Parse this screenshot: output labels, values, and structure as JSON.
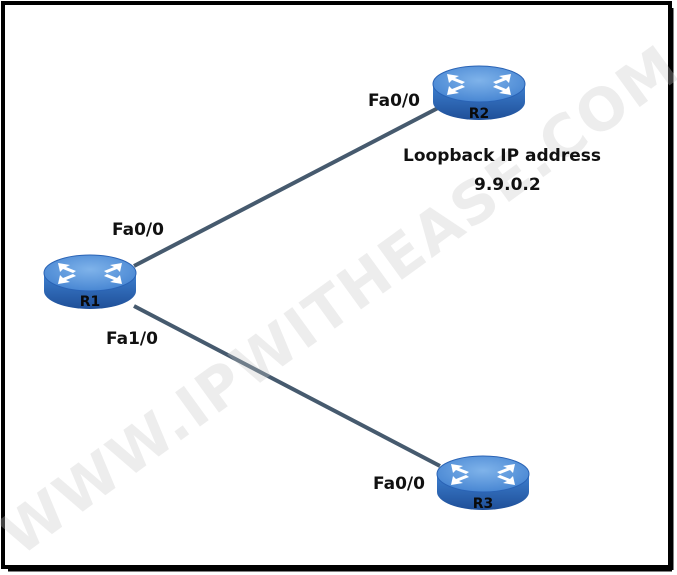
{
  "watermark": "WWW.IPWITHEASE.COM",
  "colors": {
    "border": "#000000",
    "link": "#465a6e",
    "router_top": "#4f8fd8",
    "router_side": "#2a63b5",
    "arrow": "#ffffff"
  },
  "routers": {
    "r1": {
      "name": "R1",
      "icon": "router-icon"
    },
    "r2": {
      "name": "R2",
      "icon": "router-icon"
    },
    "r3": {
      "name": "R3",
      "icon": "router-icon"
    }
  },
  "interfaces": {
    "r1_fa00": "Fa0/0",
    "r1_fa10": "Fa1/0",
    "r2_fa00": "Fa0/0",
    "r3_fa00": "Fa0/0"
  },
  "annotation": {
    "line1": "Loopback IP address",
    "line2": "9.9.0.2"
  }
}
